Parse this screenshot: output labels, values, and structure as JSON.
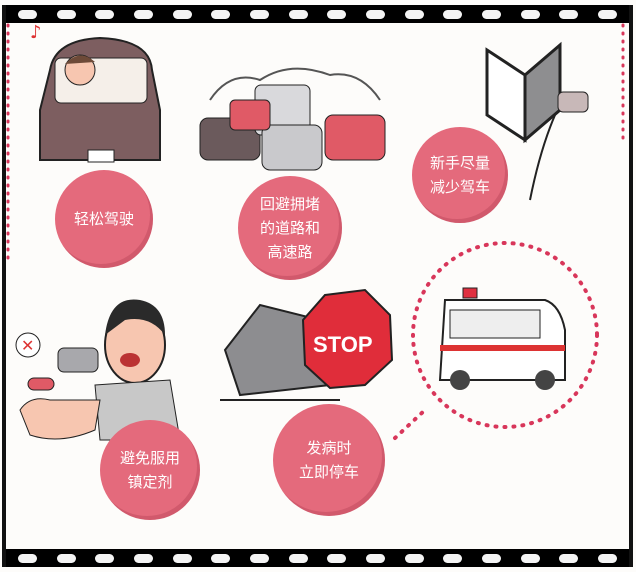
{
  "tips": [
    {
      "text": "轻松驾驶"
    },
    {
      "text": "回避拥堵\n的道路和\n高速路"
    },
    {
      "text": "新手尽量\n减少驾车"
    },
    {
      "text": "避免服用\n镇定剂"
    },
    {
      "text": "发病时\n立即停车"
    }
  ],
  "stop_sign": "STOP",
  "colors": {
    "bubble": "#e46a7c",
    "dots": "#d8365a",
    "frame": "#000000"
  }
}
